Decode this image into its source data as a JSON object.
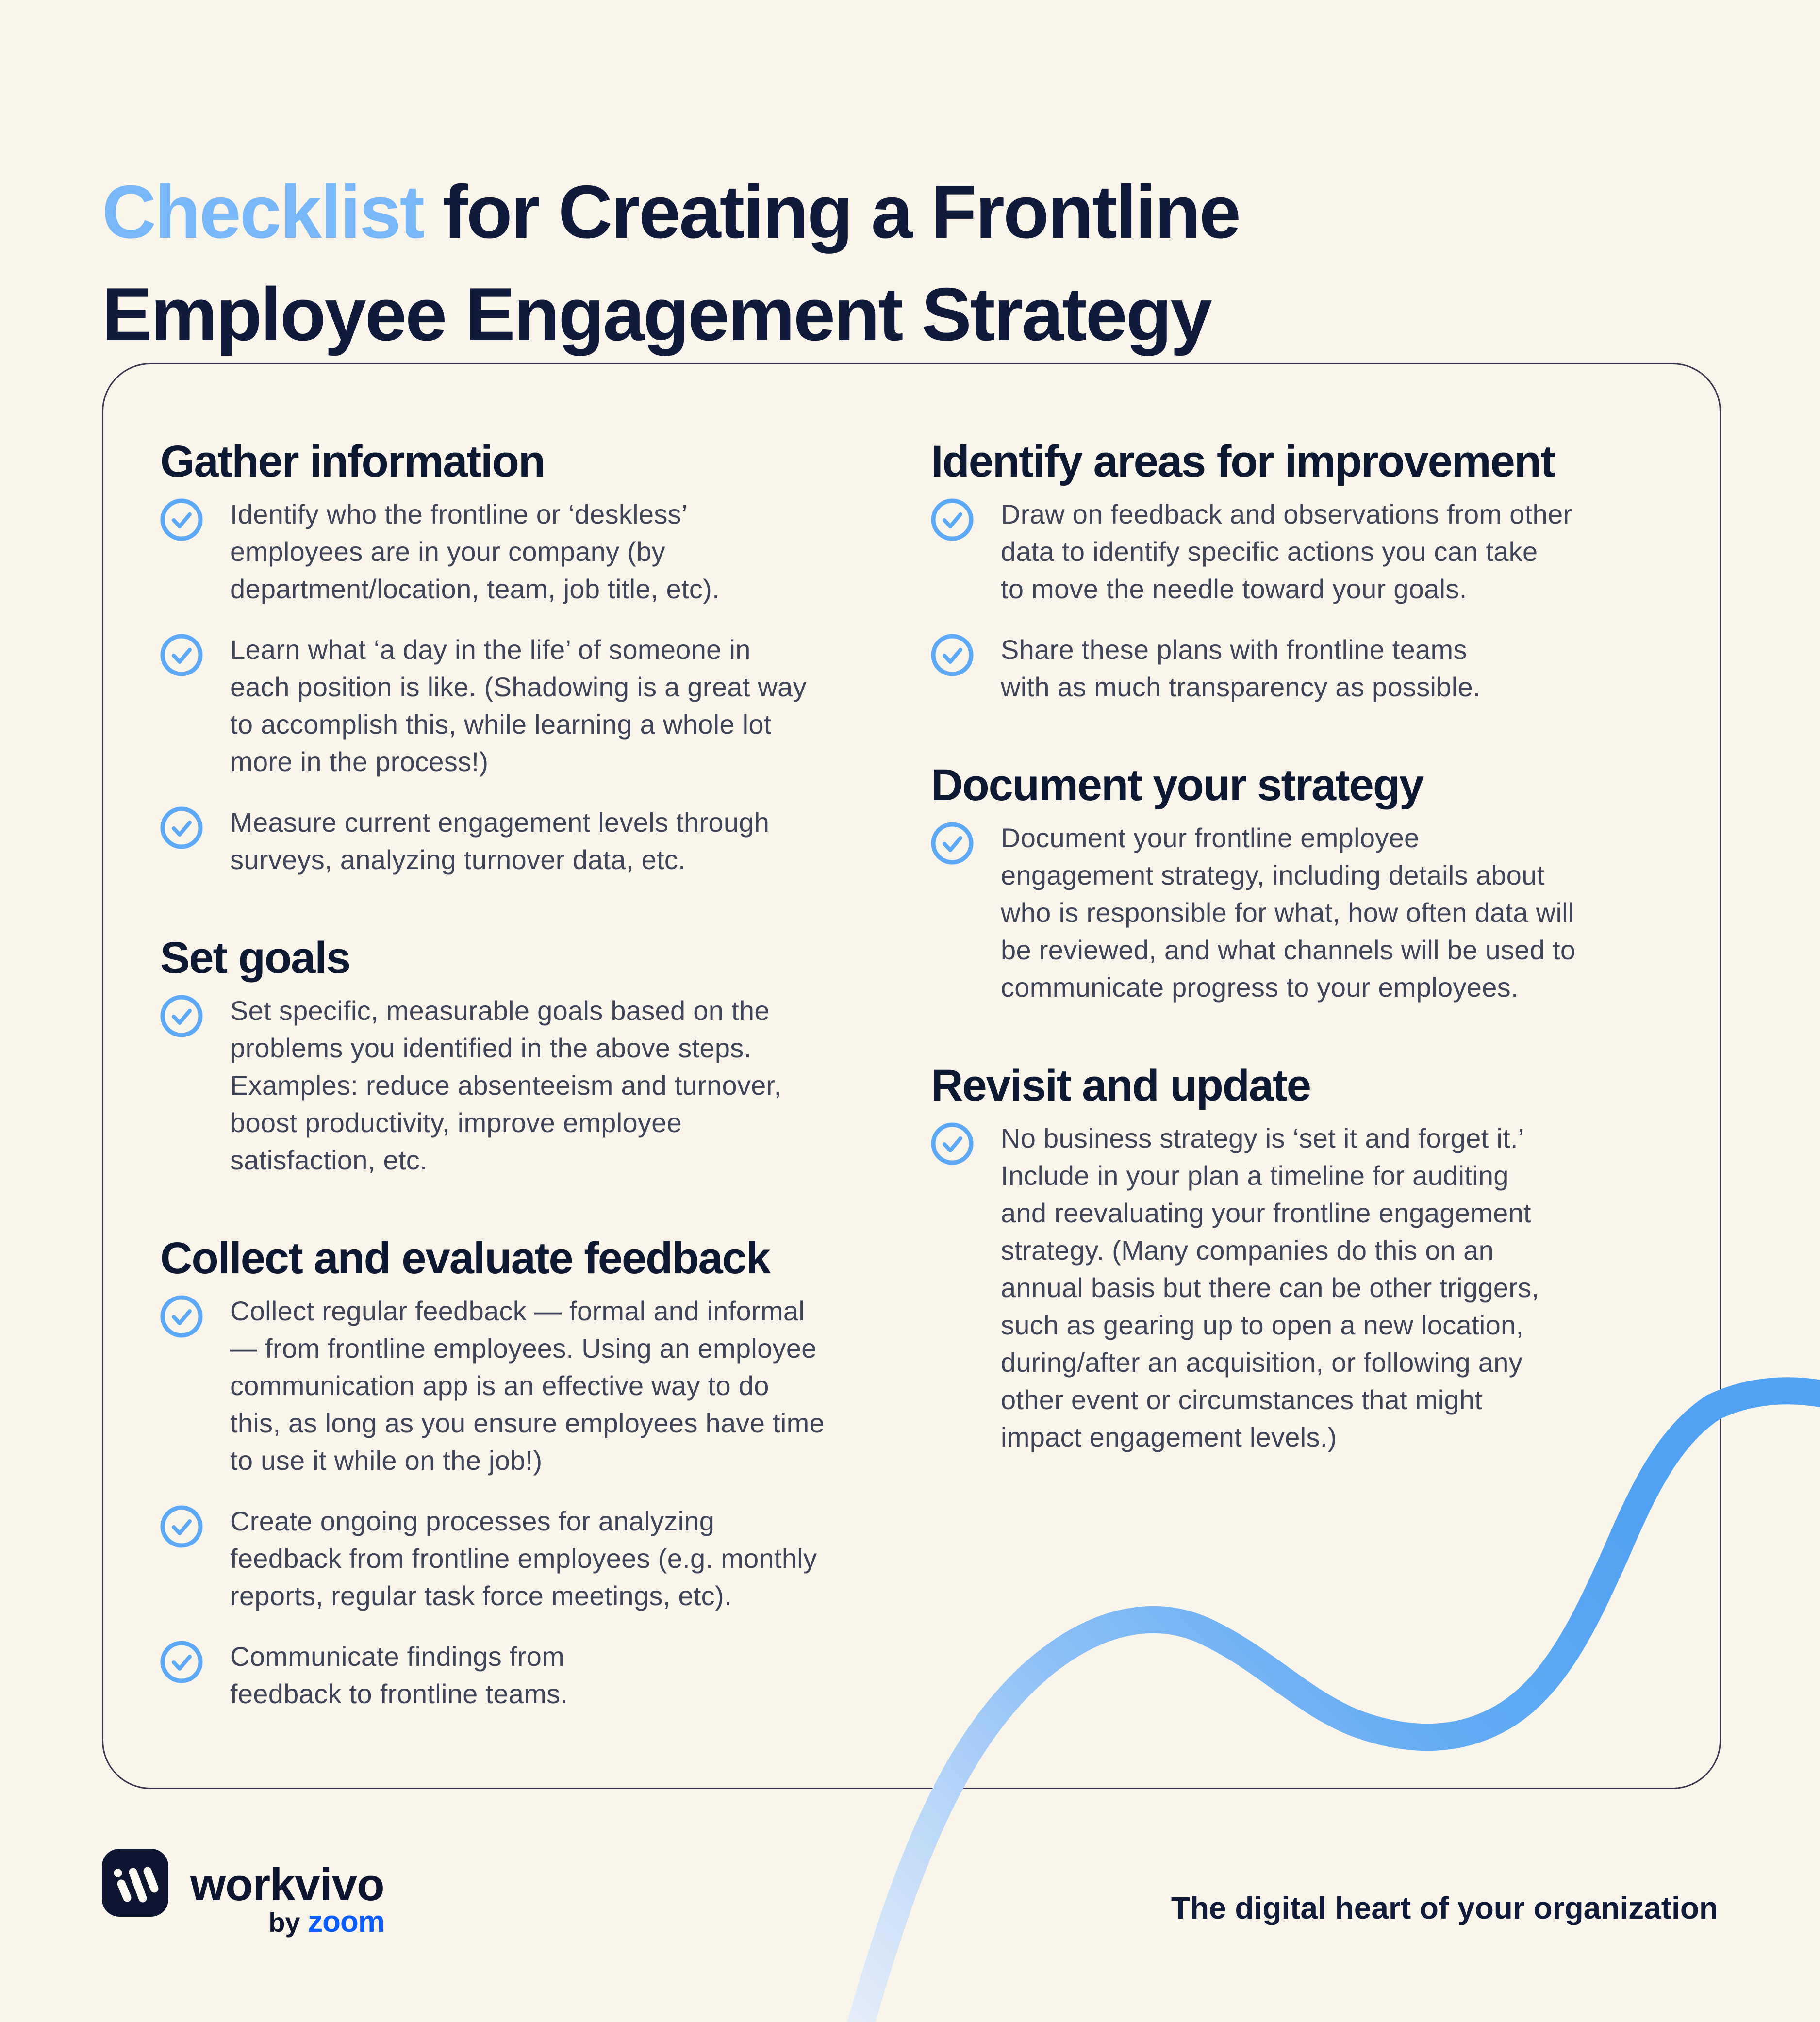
{
  "title": {
    "highlight": "Checklist",
    "line1_rest": " for Creating a Frontline",
    "line2": "Employee Engagement Strategy"
  },
  "card": {
    "columns": [
      {
        "sections": [
          {
            "heading": "Gather information",
            "items": [
              {
                "text": "Identify who the frontline or ‘deskless’\nemployees are in your company (by\ndepartment/location, team, job title, etc)."
              },
              {
                "text": "Learn what ‘a day in the life’ of someone in\neach position is like. (Shadowing is a great way\nto accomplish this, while learning a whole lot\nmore in the process!)"
              },
              {
                "text": "Measure current engagement levels through\nsurveys, analyzing turnover data, etc."
              }
            ]
          },
          {
            "heading": "Set goals",
            "items": [
              {
                "text": "Set specific, measurable goals based on the\nproblems you identified in the above steps.\nExamples: reduce absenteeism and turnover,\nboost productivity, improve employee\nsatisfaction, etc."
              }
            ]
          },
          {
            "heading": "Collect and evaluate feedback",
            "items": [
              {
                "text": "Collect regular feedback — formal and informal\n— from frontline employees. Using an employee\ncommunication app is an effective way to do\nthis, as long as you ensure employees have time\nto use it while on the job!)"
              },
              {
                "text": "Create ongoing processes for analyzing\nfeedback from frontline employees (e.g. monthly\nreports, regular task force meetings, etc)."
              },
              {
                "text": "Communicate findings from\nfeedback to frontline teams."
              }
            ]
          }
        ]
      },
      {
        "sections": [
          {
            "heading": "Identify areas for improvement",
            "items": [
              {
                "text": "Draw on feedback and observations from other\ndata to identify specific actions you can take\nto move the needle toward your goals."
              },
              {
                "text": "Share these plans with frontline teams\nwith as much transparency as possible."
              }
            ]
          },
          {
            "heading": "Document your strategy",
            "items": [
              {
                "text": "Document your frontline employee\nengagement strategy, including details about\nwho is responsible for what, how often data will\nbe reviewed, and what channels will be used to\ncommunicate progress to your employees."
              }
            ]
          },
          {
            "heading": "Revisit and update",
            "items": [
              {
                "text": "No business strategy is ‘set it and forget it.’\nInclude in your plan a timeline for auditing\nand reevaluating your frontline engagement\nstrategy. (Many companies do this on an\nannual basis but there can be other triggers,\nsuch as gearing up to open a new location,\nduring/after an acquisition, or following any\nother event or circumstances that might\nimpact engagement levels.)"
              }
            ]
          }
        ]
      }
    ]
  },
  "footer": {
    "brand": "workvivo",
    "by": "by ",
    "zoom": "zoom",
    "tagline": "The digital heart of your organization"
  },
  "icons": {
    "check": "check-circle-icon",
    "logo": "workvivo-logo-icon",
    "wave": "wave-decoration"
  },
  "colors": {
    "background": "#f9f5ea",
    "title_highlight_blue": "#79b8f8",
    "navy": "#101b3c",
    "heading_navy": "#0d1833",
    "body_text": "#3f4459",
    "check_blue": "#5ea9f6",
    "wave_blue": "#51a2f2",
    "zoom_blue": "#0b5cff",
    "card_border": "#3a3950"
  }
}
